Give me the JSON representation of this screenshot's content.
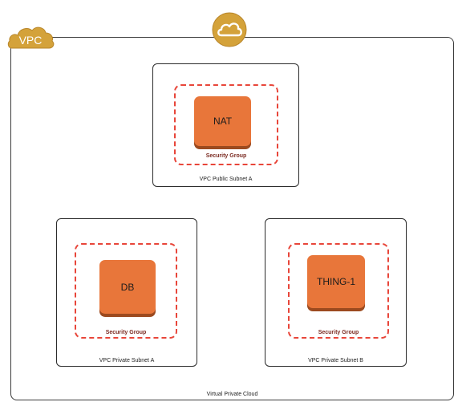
{
  "vpc_badge_label": "VPC",
  "vpc_caption": "Virtual Private Cloud",
  "subnets": [
    {
      "label": "VPC Public Subnet A",
      "security_group": "Security Group",
      "instance": "NAT"
    },
    {
      "label": "VPC Private Subnet A",
      "security_group": "Security Group",
      "instance": "DB"
    },
    {
      "label": "VPC Private Subnet B",
      "security_group": "Security Group",
      "instance": "THING-1"
    }
  ],
  "colors": {
    "vpc_gold": "#d4a23a",
    "instance_orange": "#e8763a",
    "security_group_red": "#e8463a"
  },
  "icons": [
    "vpc-badge-icon",
    "cloud-icon"
  ]
}
